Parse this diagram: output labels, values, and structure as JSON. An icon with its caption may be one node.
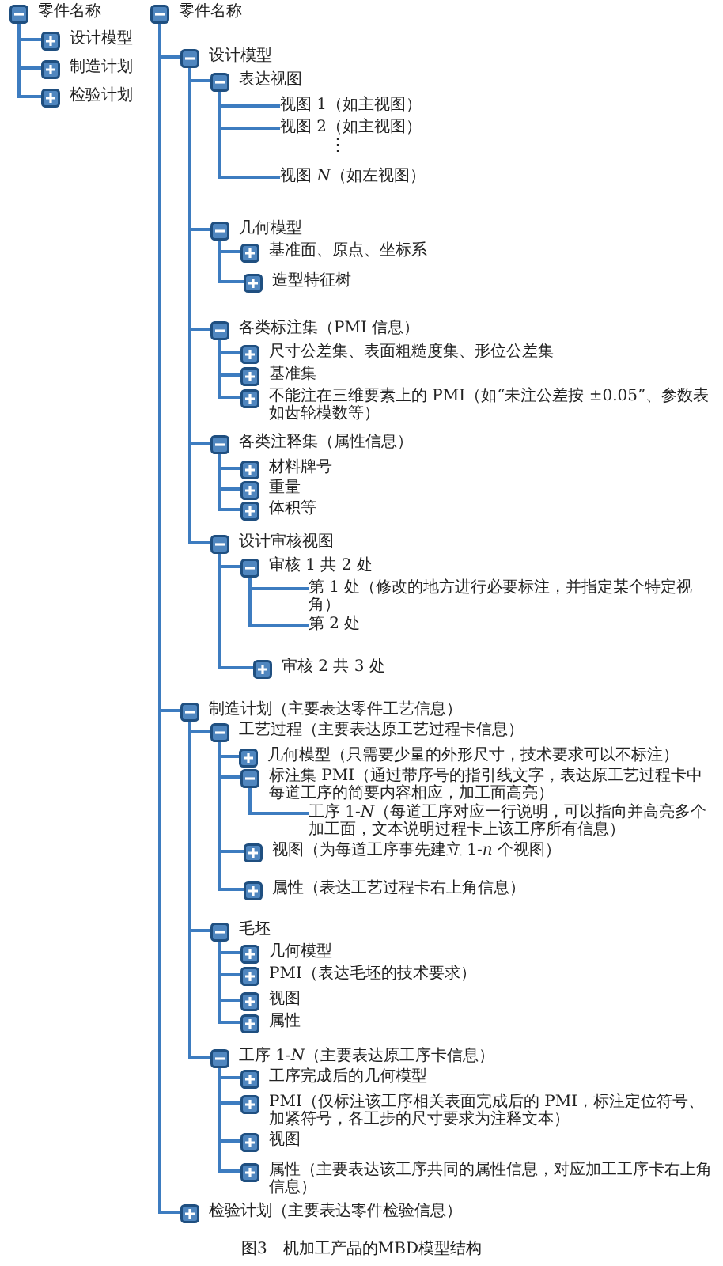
{
  "diagram": {
    "caption": "图3　机加工产品的MBD模型结构",
    "nodes": [
      {
        "text": [
          "零件名称"
        ]
      },
      {
        "text": [
          "设计模型"
        ]
      },
      {
        "text": [
          "制造计划"
        ]
      },
      {
        "text": [
          "检验计划"
        ]
      },
      {
        "text": [
          "零件名称"
        ]
      },
      {
        "text": [
          "设计模型"
        ]
      },
      {
        "text": [
          "表达视图"
        ]
      },
      {
        "text": [
          "视图 1（如主视图）"
        ]
      },
      {
        "text": [
          "视图 2（如主视图）"
        ]
      },
      {
        "text": [
          "视图 *N*（如左视图）"
        ]
      },
      {
        "text": [
          "几何模型"
        ]
      },
      {
        "text": [
          "基准面、原点、坐标系"
        ]
      },
      {
        "text": [
          "造型特征树"
        ]
      },
      {
        "text": [
          "各类标注集（PMI 信息）"
        ]
      },
      {
        "text": [
          "尺寸公差集、表面粗糙度集、形位公差集"
        ]
      },
      {
        "text": [
          "基准集"
        ]
      },
      {
        "text": [
          "不能注在三维要素上的 PMI（如“未注公差按 ±0.05”、参数表如齿轮模数等）"
        ]
      },
      {
        "text": [
          "各类注释集（属性信息）"
        ]
      },
      {
        "text": [
          "材料牌号"
        ]
      },
      {
        "text": [
          "重量"
        ]
      },
      {
        "text": [
          "体积等"
        ]
      },
      {
        "text": [
          "设计审核视图"
        ]
      },
      {
        "text": [
          "审核 1 共 2 处"
        ]
      },
      {
        "text": [
          "第 1 处（修改的地方进行必要标注，并指定某个特定视角）"
        ]
      },
      {
        "text": [
          "第 2 处"
        ]
      },
      {
        "text": [
          "审核 2 共 3 处"
        ]
      },
      {
        "text": [
          "制造计划（主要表达零件工艺信息）"
        ]
      },
      {
        "text": [
          "工艺过程（主要表达原工艺过程卡信息）"
        ]
      },
      {
        "text": [
          "几何模型（只需要少量的外形尺寸，技术要求可以不标注）"
        ]
      },
      {
        "text": [
          "标注集 PMI（通过带序号的指引线文字，表达原工艺过程卡中每道工序的简要内容相应，加工面高亮）"
        ]
      },
      {
        "text": [
          "工序 1-*N*（每道工序对应一行说明，可以指向并高亮多个加工面，文本说明过程卡上该工序所有信息）"
        ]
      },
      {
        "text": [
          "视图（为每道工序事先建立 1-*n* 个视图）"
        ]
      },
      {
        "text": [
          "属性（表达工艺过程卡右上角信息）"
        ]
      },
      {
        "text": [
          "毛坯"
        ]
      },
      {
        "text": [
          "几何模型"
        ]
      },
      {
        "text": [
          "PMI（表达毛坯的技术要求）"
        ]
      },
      {
        "text": [
          "视图"
        ]
      },
      {
        "text": [
          "属性"
        ]
      },
      {
        "text": [
          "工序 1-*N*（主要表达原工序卡信息）"
        ]
      },
      {
        "text": [
          "工序完成后的几何模型"
        ]
      },
      {
        "text": [
          "PMI（仅标注该工序相关表面完成后的 PMI，标注定位符号、加紧符号，各工步的尺寸要求为注释文本）"
        ]
      },
      {
        "text": [
          "视图"
        ]
      },
      {
        "text": [
          "属性（主要表达该工序共同的属性信息，对应加工工序卡右上角信息）"
        ]
      },
      {
        "text": [
          "检验计划（主要表达零件检验信息）"
        ]
      }
    ],
    "edges": [
      {
        "from": 0,
        "to": 1,
        "arrow": "none"
      },
      {
        "from": 0,
        "to": 2,
        "arrow": "none"
      },
      {
        "from": 0,
        "to": 3,
        "arrow": "none"
      },
      {
        "from": 4,
        "to": 5,
        "arrow": "none"
      },
      {
        "from": 5,
        "to": 6,
        "arrow": "none"
      },
      {
        "from": 6,
        "to": 7,
        "arrow": "none"
      },
      {
        "from": 6,
        "to": 8,
        "arrow": "none"
      },
      {
        "from": 6,
        "to": 9,
        "arrow": "none"
      },
      {
        "from": 5,
        "to": 10,
        "arrow": "none"
      },
      {
        "from": 10,
        "to": 11,
        "arrow": "none"
      },
      {
        "from": 10,
        "to": 12,
        "arrow": "none"
      },
      {
        "from": 5,
        "to": 13,
        "arrow": "none"
      },
      {
        "from": 13,
        "to": 14,
        "arrow": "none"
      },
      {
        "from": 13,
        "to": 15,
        "arrow": "none"
      },
      {
        "from": 13,
        "to": 16,
        "arrow": "none"
      },
      {
        "from": 5,
        "to": 17,
        "arrow": "none"
      },
      {
        "from": 17,
        "to": 18,
        "arrow": "none"
      },
      {
        "from": 17,
        "to": 19,
        "arrow": "none"
      },
      {
        "from": 17,
        "to": 20,
        "arrow": "none"
      },
      {
        "from": 5,
        "to": 21,
        "arrow": "none"
      },
      {
        "from": 21,
        "to": 22,
        "arrow": "none"
      },
      {
        "from": 22,
        "to": 23,
        "arrow": "none"
      },
      {
        "from": 22,
        "to": 24,
        "arrow": "none"
      },
      {
        "from": 21,
        "to": 25,
        "arrow": "none"
      },
      {
        "from": 4,
        "to": 26,
        "arrow": "none"
      },
      {
        "from": 26,
        "to": 27,
        "arrow": "none"
      },
      {
        "from": 27,
        "to": 28,
        "arrow": "none"
      },
      {
        "from": 27,
        "to": 29,
        "arrow": "none"
      },
      {
        "from": 29,
        "to": 30,
        "arrow": "none"
      },
      {
        "from": 27,
        "to": 31,
        "arrow": "none"
      },
      {
        "from": 27,
        "to": 32,
        "arrow": "none"
      },
      {
        "from": 26,
        "to": 33,
        "arrow": "none"
      },
      {
        "from": 33,
        "to": 34,
        "arrow": "none"
      },
      {
        "from": 33,
        "to": 35,
        "arrow": "none"
      },
      {
        "from": 33,
        "to": 36,
        "arrow": "none"
      },
      {
        "from": 33,
        "to": 37,
        "arrow": "none"
      },
      {
        "from": 26,
        "to": 38,
        "arrow": "none"
      },
      {
        "from": 38,
        "to": 39,
        "arrow": "none"
      },
      {
        "from": 38,
        "to": 40,
        "arrow": "none"
      },
      {
        "from": 38,
        "to": 41,
        "arrow": "none"
      },
      {
        "from": 38,
        "to": 42,
        "arrow": "none"
      },
      {
        "from": 4,
        "to": 43,
        "arrow": "none"
      }
    ],
    "labels": [
      "⋮"
    ]
  }
}
